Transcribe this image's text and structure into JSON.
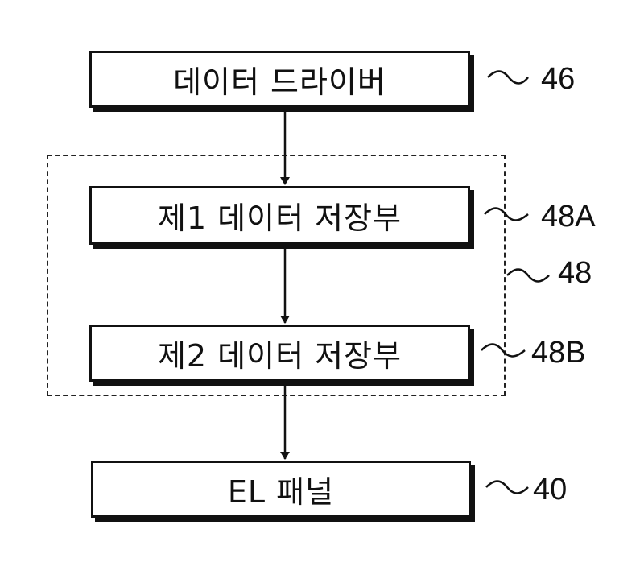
{
  "diagram": {
    "blocks": {
      "data_driver": "데이터 드라이버",
      "first_storage": "제1 데이터 저장부",
      "second_storage": "제2 데이터 저장부",
      "el_panel": "EL 패널"
    },
    "references": {
      "data_driver": "46",
      "first_storage": "48A",
      "storage_group": "48",
      "second_storage": "48B",
      "el_panel": "40"
    }
  }
}
